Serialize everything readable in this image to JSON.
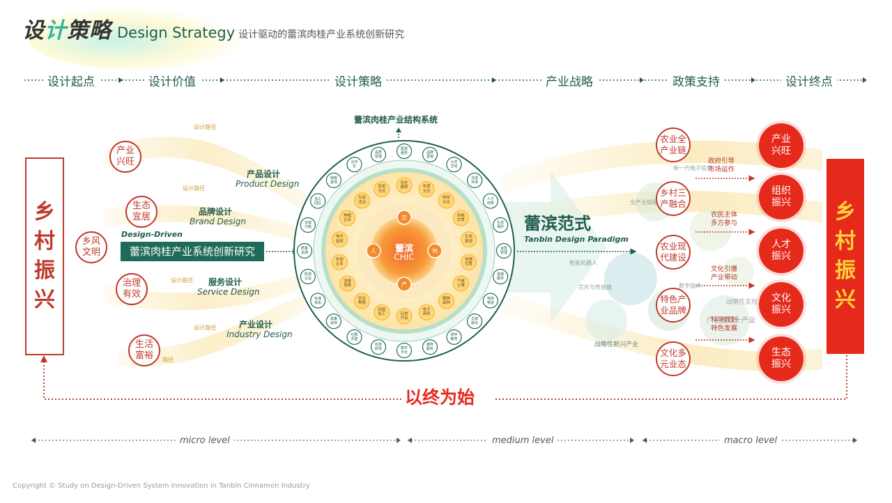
{
  "header": {
    "title_cn_part1": "设",
    "title_cn_part2": "计",
    "title_cn_part3": "策略",
    "title_en": "Design Strategy",
    "subtitle": "设计驱动的蕾滨肉桂产业系统创新研究"
  },
  "stages": [
    "设计起点",
    "设计价值",
    "设计策略",
    "产业战略",
    "政策支持",
    "设计终点"
  ],
  "left_box": "乡\n村\n振\n兴",
  "right_box": "乡\n村\n振\n兴",
  "left_circles": [
    "产业\n兴旺",
    "生态\n宜居",
    "乡风\n文明",
    "治理\n有效",
    "生活\n富裕"
  ],
  "path_labels": [
    "设计路径",
    "设计路径",
    "设计路径",
    "设计路径",
    "路径"
  ],
  "design_driven": "Design-Driven",
  "research_box": "蕾滨肉桂产业系统创新研究",
  "design_values": [
    {
      "cn": "产品设计",
      "en": "Product Design"
    },
    {
      "cn": "品牌设计",
      "en": "Brand Design"
    },
    {
      "cn": "服务设计",
      "en": "Service Design"
    },
    {
      "cn": "产业设计",
      "en": "Industry Design"
    }
  ],
  "wheel": {
    "title": "蕾滨肉桂产业结构系统",
    "center_cn": "蕾滨",
    "center_en": "CHIC",
    "outer_ring": [
      "配送\n服务",
      "品牌\n营销",
      "公共\n空间",
      "非遗\n传承",
      "人才\n培育",
      "生态\n保护",
      "运营\n管理",
      "金融\n服务",
      "电商\n物流",
      "文旅\n融合",
      "研学\n教育",
      "康养\n服务",
      "数字\n平台",
      "科技\n研发",
      "社群\n共建",
      "政策\n扶持",
      "标准\n体系",
      "检测\n认证",
      "质量\n追溯",
      "仓储\n冷链",
      "加工\n园区",
      "种植\n基地",
      "合作\n社",
      "品质\n管理"
    ],
    "inner_ring": [
      "历史\n建筑",
      "非遗\n文化",
      "肉桂\n文化",
      "传统\n饮食",
      "生态\n景观",
      "地理\n位置",
      "气候\n土壤",
      "植物\n品种",
      "电子\n商务",
      "石材\n开采",
      "初级\n加工",
      "农业\n种植",
      "消费\n场景",
      "外部\n企业",
      "地方\n政府",
      "种植\n企业",
      "礼俗\n活动",
      "民俗\n节庆"
    ],
    "quad": [
      "文",
      "地",
      "产",
      "人"
    ]
  },
  "paradigm": {
    "cn": "蕾滨范式",
    "en": "Tanbin Design Paradigm"
  },
  "ghost_texts": [
    "智能机器人",
    "芯片与传感器",
    "数字技术",
    "战略性支柱",
    "广东省双十产业",
    "战略性新兴产业",
    "全产业链融合",
    "新一代电子信息"
  ],
  "strategy_circles": [
    "农业全\n产业链",
    "乡村三\n产融合",
    "农业现\n代建设",
    "特色产\n业品牌",
    "文化多\n元业态"
  ],
  "policies": [
    "政府引导\n市场运作",
    "农民主体\n多方参与",
    "文化引爆\n产业带动",
    "科学规划\n特色发展"
  ],
  "end_circles": [
    "产业\n兴旺",
    "组织\n振兴",
    "人才\n振兴",
    "文化\n振兴",
    "生态\n振兴"
  ],
  "slogan": "以终为始",
  "levels": [
    "micro level",
    "medium level",
    "macro level"
  ],
  "copyright": "Copyright © Study on Design-Driven System Innovation in Tanbin Cinnamon Industry",
  "colors": {
    "green": "#1f5c4e",
    "red": "#e52a1c",
    "orange": "#f5b53a",
    "darkred": "#c0392b"
  }
}
